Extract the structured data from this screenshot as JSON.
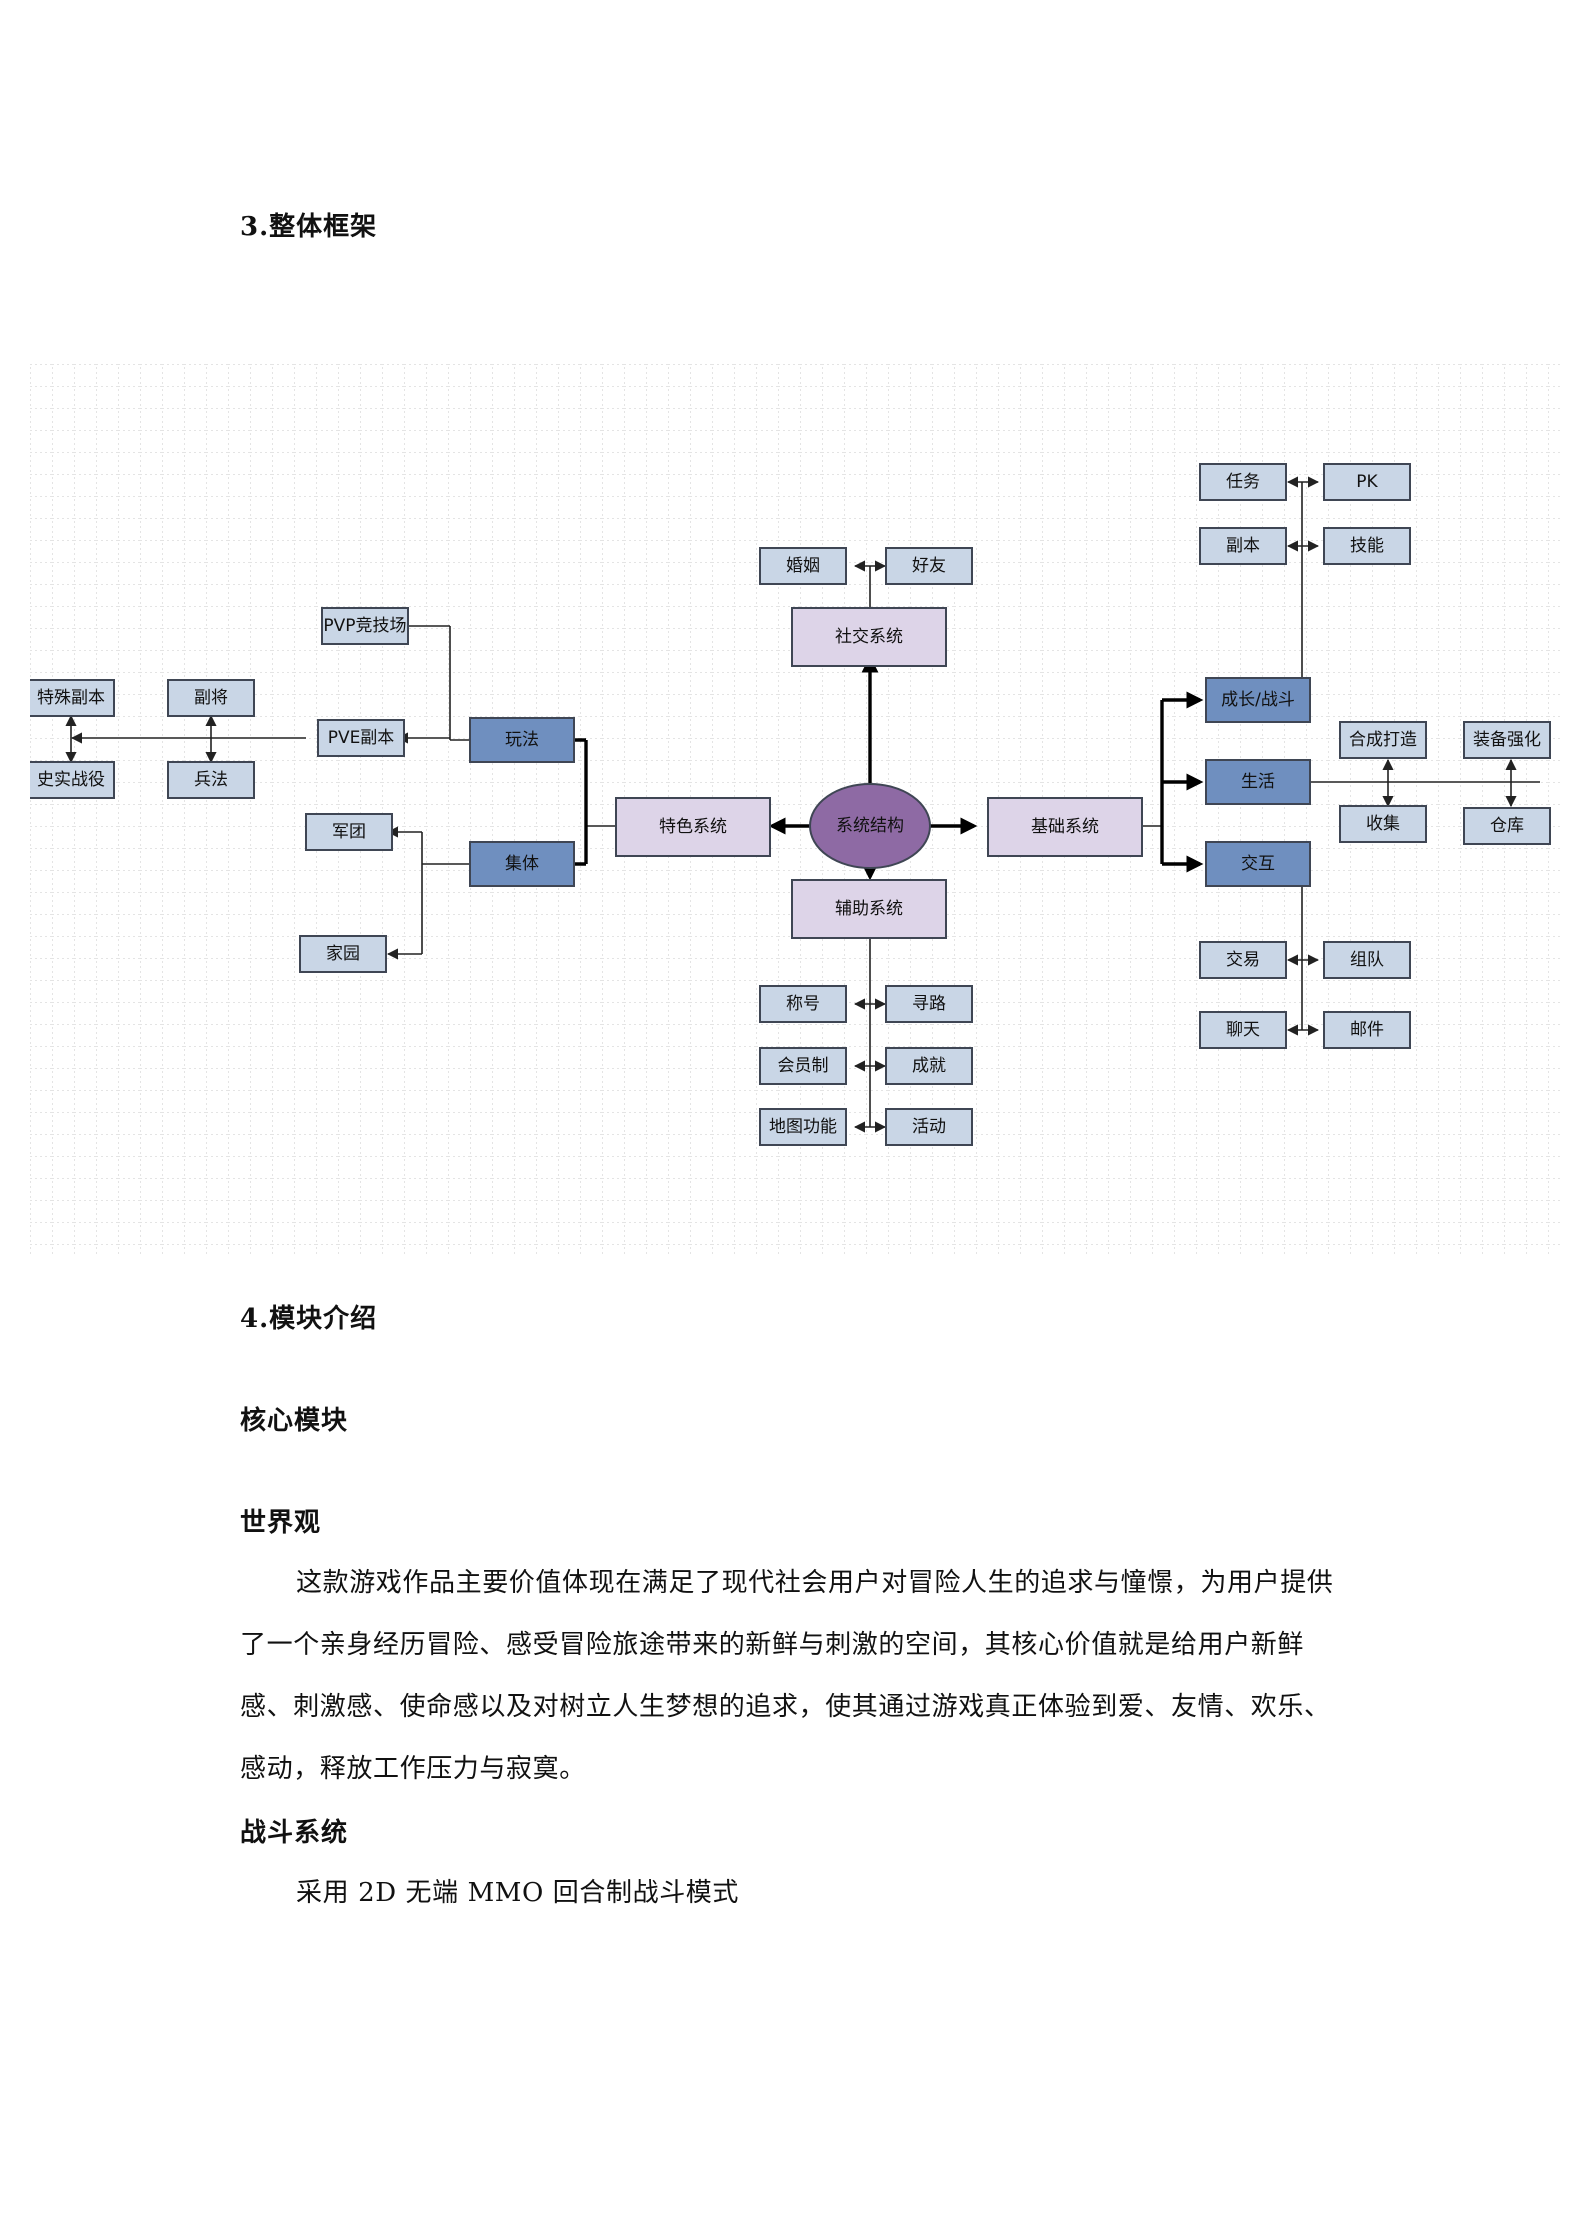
{
  "sections": {
    "overall_framework": "3.整体框架",
    "module_intro": "4.模块介绍",
    "core_module": "核心模块",
    "worldview": "世界观",
    "combat_system": "战斗系统"
  },
  "worldview_text": "这款游戏作品主要价值体现在满足了现代社会用户对冒险人生的追求与憧憬，为用户提供了一个亲身经历冒险、感受冒险旅途带来的新鲜与刺激的空间，其核心价值就是给用户新鲜感、刺激感、使命感以及对树立人生梦想的追求，使其通过游戏真正体验到爱、友情、欢乐、感动，释放工作压力与寂寞。",
  "combat_text": "采用 2D 无端 MMO 回合制战斗模式",
  "diagram": {
    "colors": {
      "center": "#8e6aa4",
      "level1": "#ddd4e8",
      "level2": "#6f8fbf",
      "leaf": "#c9d6e6",
      "grid": "#c8c8c8"
    },
    "center": "系统结构",
    "level1": {
      "social": "社交系统",
      "feature": "特色系统",
      "basic": "基础系统",
      "assist": "辅助系统"
    },
    "level2": {
      "gameplay": "玩法",
      "group": "集体",
      "growth": "成长/战斗",
      "life": "生活",
      "interact": "交互"
    },
    "leaves": {
      "marriage": "婚姻",
      "friends": "好友",
      "pvp": "PVP竞技场",
      "pve": "PVE副本",
      "special_dungeon": "特殊副本",
      "history_battle": "史实战役",
      "deputy": "副将",
      "soldier": "兵法",
      "legion": "军团",
      "homeland": "家园",
      "task": "任务",
      "pk": "PK",
      "dungeon": "副本",
      "skill": "技能",
      "craft": "合成打造",
      "equip_enhance": "装备强化",
      "collect": "收集",
      "warehouse": "仓库",
      "trade": "交易",
      "team": "组队",
      "chat": "聊天",
      "mail": "邮件",
      "title": "称号",
      "pathfind": "寻路",
      "membership": "会员制",
      "achievement": "成就",
      "map_function": "地图功能",
      "activity": "活动"
    }
  }
}
